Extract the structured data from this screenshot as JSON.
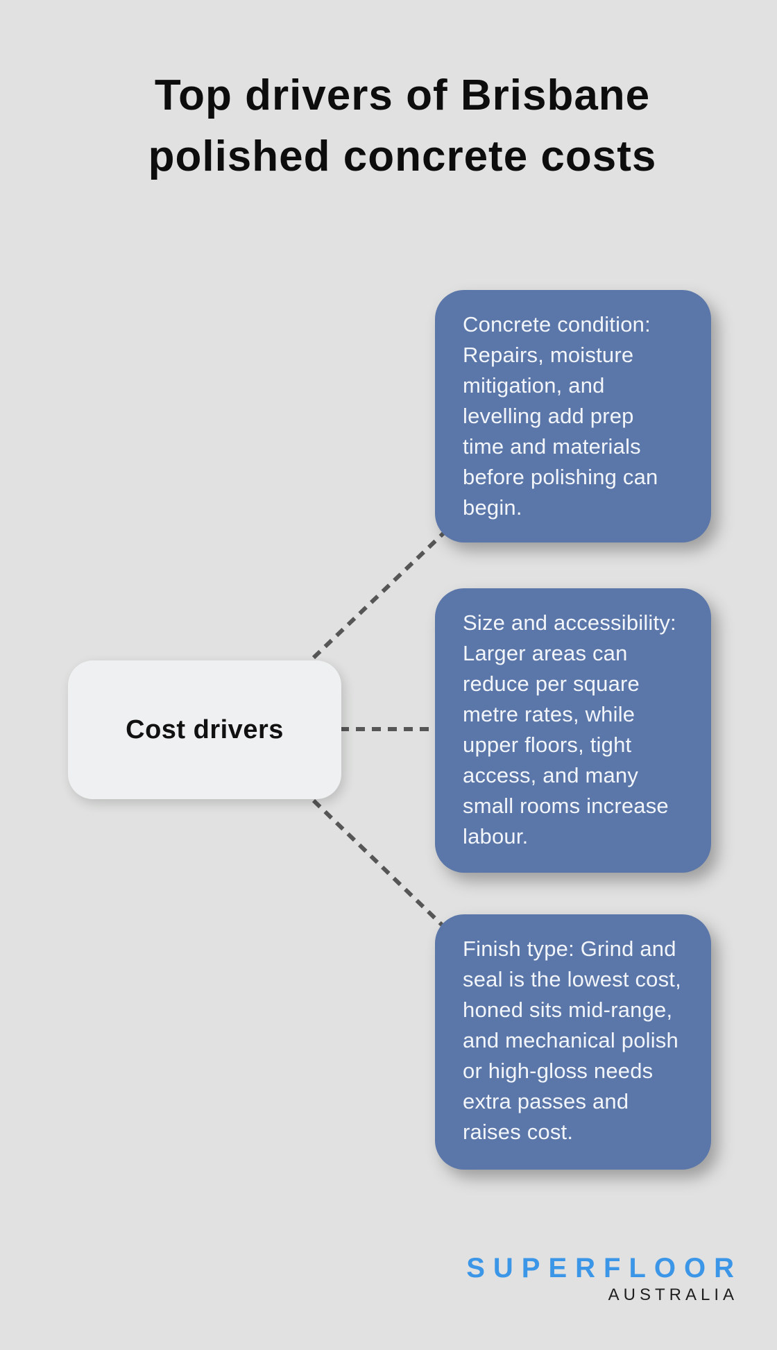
{
  "title": {
    "line1": "Top drivers of Brisbane",
    "line2": "polished concrete costs"
  },
  "center_node": {
    "label": "Cost drivers"
  },
  "cards": [
    {
      "text": "Concrete condition:\nRepairs, moisture\nmitigation, and\nlevelling add prep\ntime and materials\nbefore polishing can\nbegin."
    },
    {
      "text": "Size and accessibility:\nLarger areas can\nreduce per square\nmetre rates, while\nupper floors, tight\naccess, and many\nsmall rooms increase\nlabour."
    },
    {
      "text": "Finish type: Grind and\nseal is the lowest cost,\nhoned sits mid-range,\nand mechanical polish\nor high-gloss needs\nextra passes and\nraises cost."
    }
  ],
  "logo": {
    "brand": "SUPERFLOOR",
    "region": "AUSTRALIA"
  },
  "colors": {
    "background": "#e0e1e0",
    "card": "#5b76a9",
    "card_text": "#f2f5f9",
    "center_node_bg": "#eef0f1",
    "connector": "#565656",
    "title_text": "#0d0d0d",
    "logo_blue": "#3c96e8",
    "logo_dark": "#1f1f1f"
  }
}
